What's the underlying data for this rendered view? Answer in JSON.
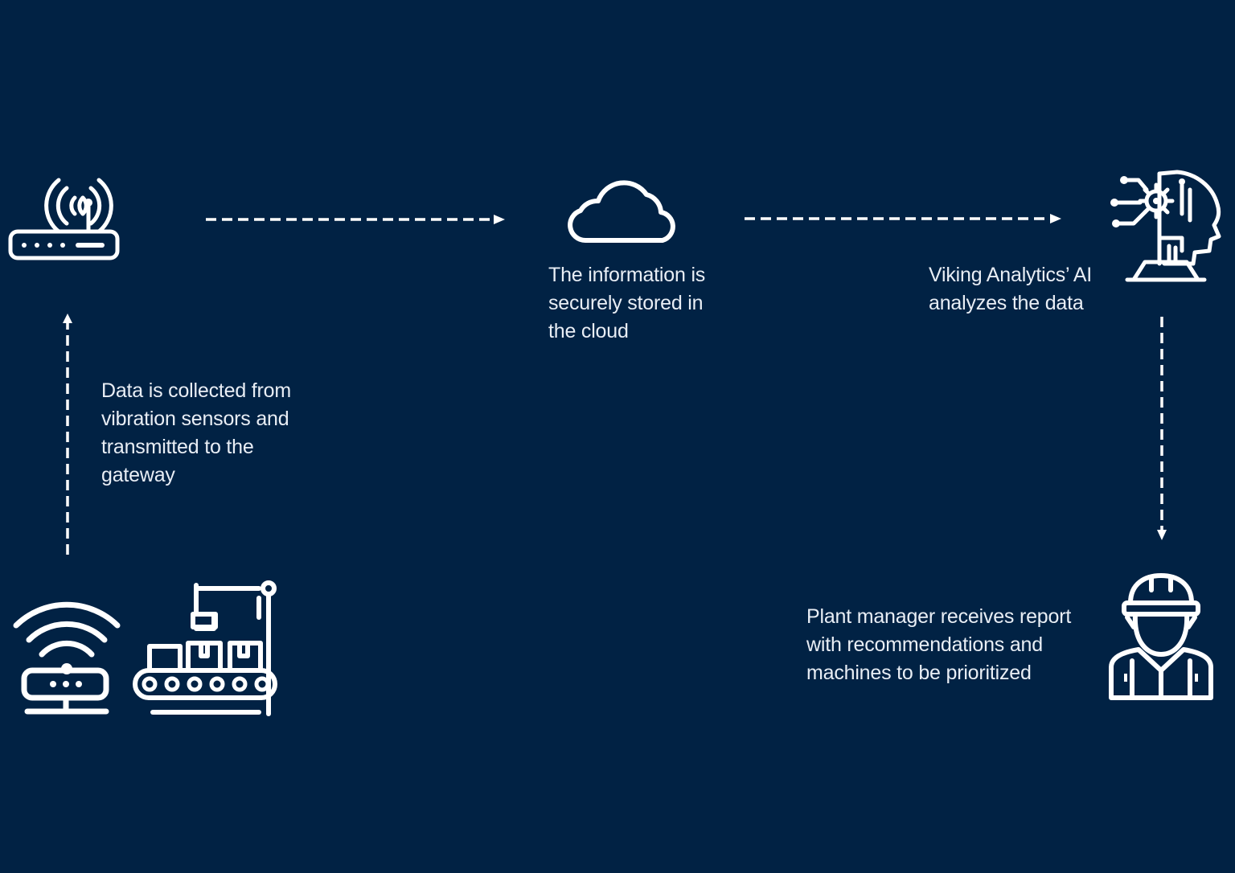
{
  "palette": {
    "background": "#012244",
    "foreground": "#ffffff",
    "text": "#e9eef5"
  },
  "nodes": {
    "gateway": {
      "icon": "wireless-router-icon"
    },
    "sensors": {
      "icon": "wifi-router-icon"
    },
    "factory": {
      "icon": "conveyor-factory-icon"
    },
    "cloud": {
      "icon": "cloud-icon"
    },
    "ai": {
      "icon": "ai-robot-head-icon"
    },
    "manager": {
      "icon": "worker-hardhat-icon"
    }
  },
  "steps": {
    "collect": {
      "lines": [
        "Data is collected from",
        "vibration sensors and",
        "transmitted to the",
        "gateway"
      ]
    },
    "store": {
      "lines": [
        "The information is",
        "securely stored in",
        "the cloud"
      ]
    },
    "analyze": {
      "lines": [
        "Viking Analytics’ AI",
        "analyzes the data"
      ]
    },
    "report": {
      "lines": [
        "Plant manager receives report",
        "with recommendations and",
        "machines to be prioritized"
      ]
    }
  },
  "flows": [
    {
      "from": "sensors",
      "to": "gateway"
    },
    {
      "from": "gateway",
      "to": "cloud"
    },
    {
      "from": "cloud",
      "to": "ai"
    },
    {
      "from": "ai",
      "to": "manager"
    }
  ]
}
